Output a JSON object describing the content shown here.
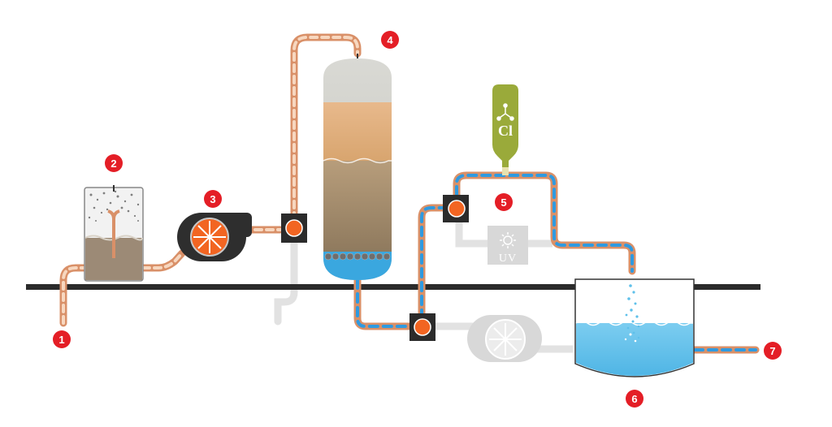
{
  "labels": {
    "chlorine": "Cl",
    "uv": "UV",
    "step1": "1",
    "step2": "2",
    "step3": "3",
    "step4": "4",
    "step5": "5",
    "step6": "6",
    "step7": "7"
  },
  "colors": {
    "marker_red": "#e41e26",
    "pipe_copper": "#d99068",
    "pipe_light": "#f7d7bf",
    "water_blue": "#2f9ae0",
    "ground": "#2b2b2b",
    "pump_dark": "#2e2e2e",
    "valve_orange": "#f26522",
    "sand": "#e0b080",
    "gravel": "#a08a6a",
    "tank_water": "#5ec0ea",
    "inactive_gray": "#d8d8d8",
    "chlorine_green": "#9aaa3a"
  },
  "icons": {
    "uv_lamp": "sun-icon",
    "chlorine": "molecule-icon"
  }
}
